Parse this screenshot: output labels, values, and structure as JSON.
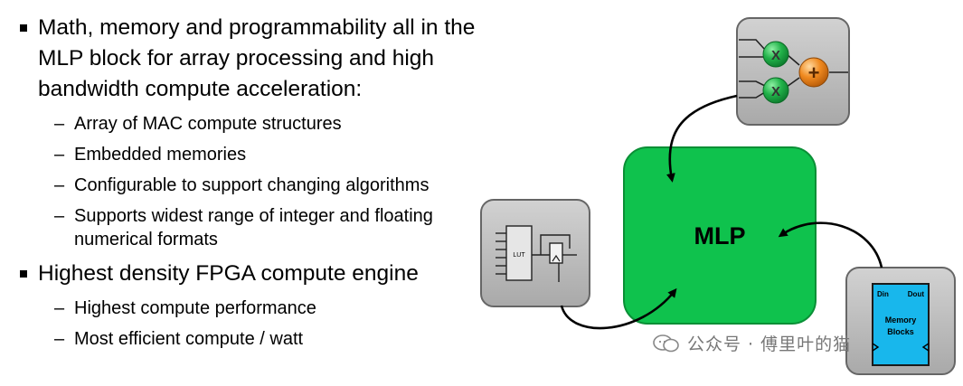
{
  "bullets": {
    "main1": "Math, memory and programmability all in the MLP block for array processing and high bandwidth compute acceleration:",
    "sub1": [
      "Array of MAC compute structures",
      "Embedded memories",
      "Configurable to support changing algorithms",
      "Supports widest range of integer and floating numerical formats"
    ],
    "main2": "Highest density FPGA compute engine",
    "sub2": [
      "Highest compute performance",
      "Most efficient compute / watt"
    ]
  },
  "dash_glyph": "–",
  "diagram": {
    "center_label": "MLP",
    "mult_symbol": "X",
    "add_symbol": "+",
    "lut_label": "LUT",
    "mem_din": "Din",
    "mem_dout": "Dout",
    "mem_title_line1": "Memory",
    "mem_title_line2": "Blocks"
  },
  "watermark": "公众号 · 傅里叶的猫",
  "colors": {
    "mlp_green": "#0fc24d",
    "mult_green": "#24b04c",
    "adder_orange": "#e87d1b",
    "tile_gray": "#bdbdbd",
    "memory_blue": "#18b7ec"
  }
}
